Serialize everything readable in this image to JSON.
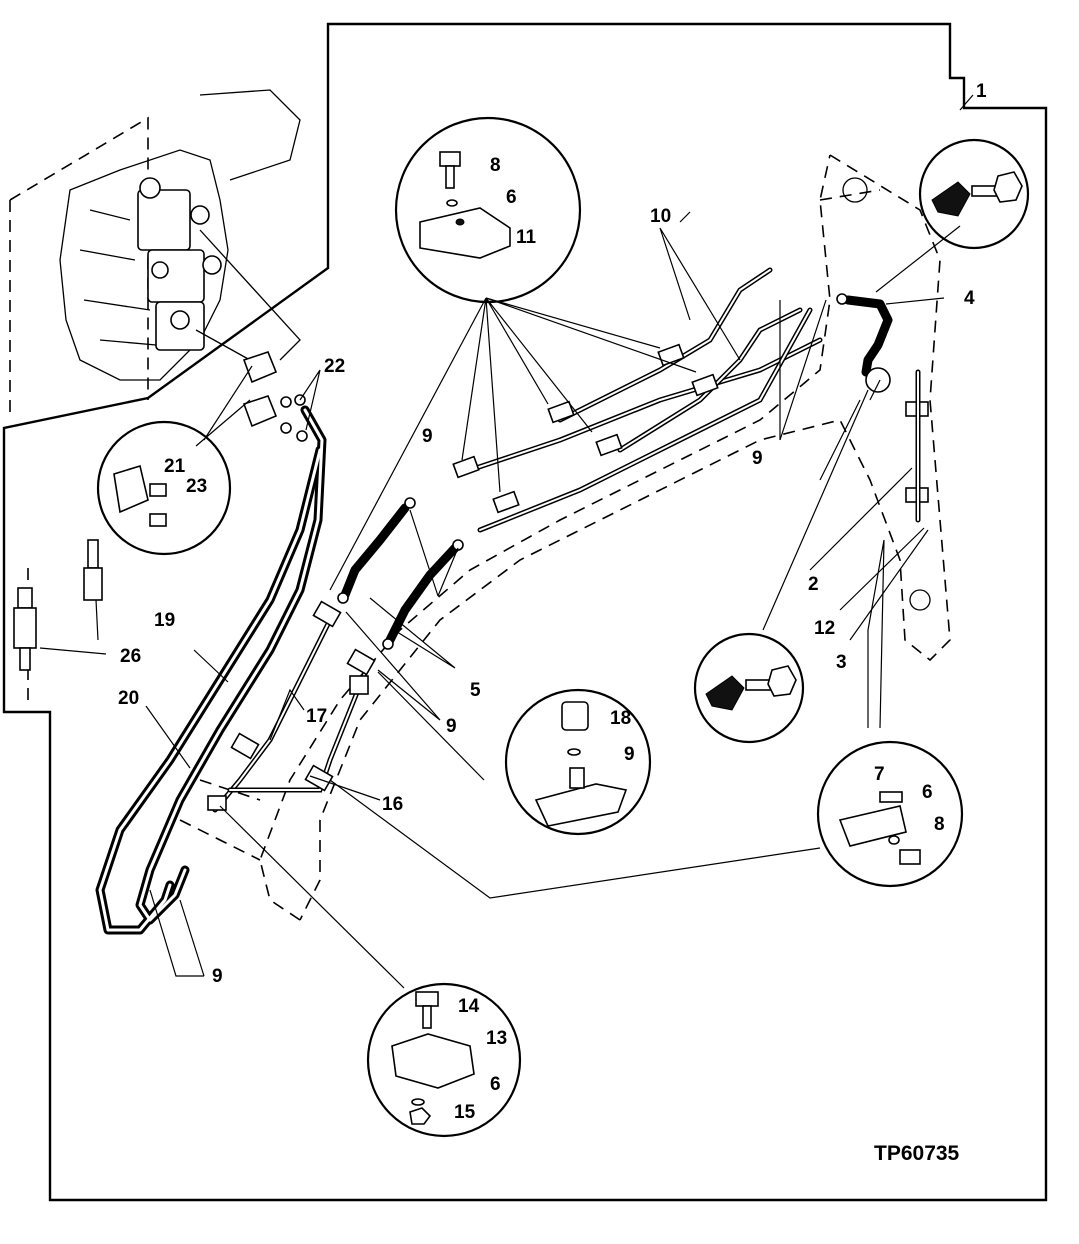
{
  "figure": {
    "id": "TP60735",
    "callouts": {
      "c1": "1",
      "c2": "2",
      "c3": "3",
      "c4": "4",
      "c5": "5",
      "c6a": "6",
      "c6b": "6",
      "c6c": "6",
      "c7": "7",
      "c8a": "8",
      "c8b": "8",
      "c9a": "9",
      "c9b": "9",
      "c9c": "9",
      "c9d": "9",
      "c9e": "9",
      "c10": "10",
      "c11": "11",
      "c12": "12",
      "c13": "13",
      "c14": "14",
      "c15": "15",
      "c16": "16",
      "c17": "17",
      "c18": "18",
      "c19": "19",
      "c20": "20",
      "c21": "21",
      "c22": "22",
      "c23": "23",
      "c26": "26"
    }
  },
  "colors": {
    "line": "#000000",
    "background": "#ffffff"
  }
}
